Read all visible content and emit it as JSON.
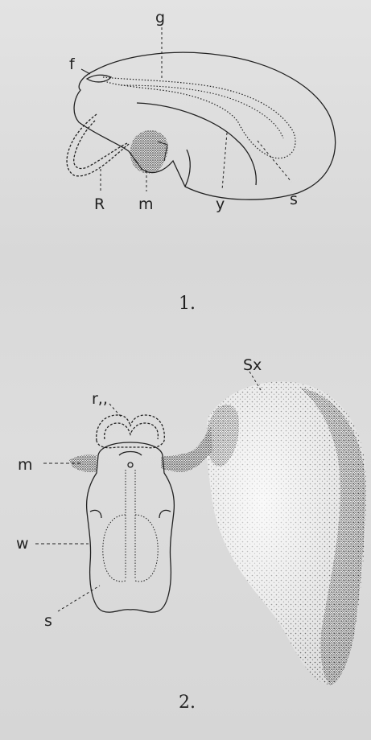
{
  "figure1": {
    "caption": "1.",
    "labels": {
      "g": "g",
      "f": "f",
      "R": "R",
      "m": "m",
      "y": "y",
      "s": "s"
    }
  },
  "figure2": {
    "caption": "2.",
    "labels": {
      "Sx": "Sx",
      "r": "r,,",
      "m": "m",
      "w": "w",
      "s": "s"
    }
  },
  "colors": {
    "background": "#dcdcdc",
    "ink": "#222222",
    "stipple": "#3a3a3a"
  }
}
